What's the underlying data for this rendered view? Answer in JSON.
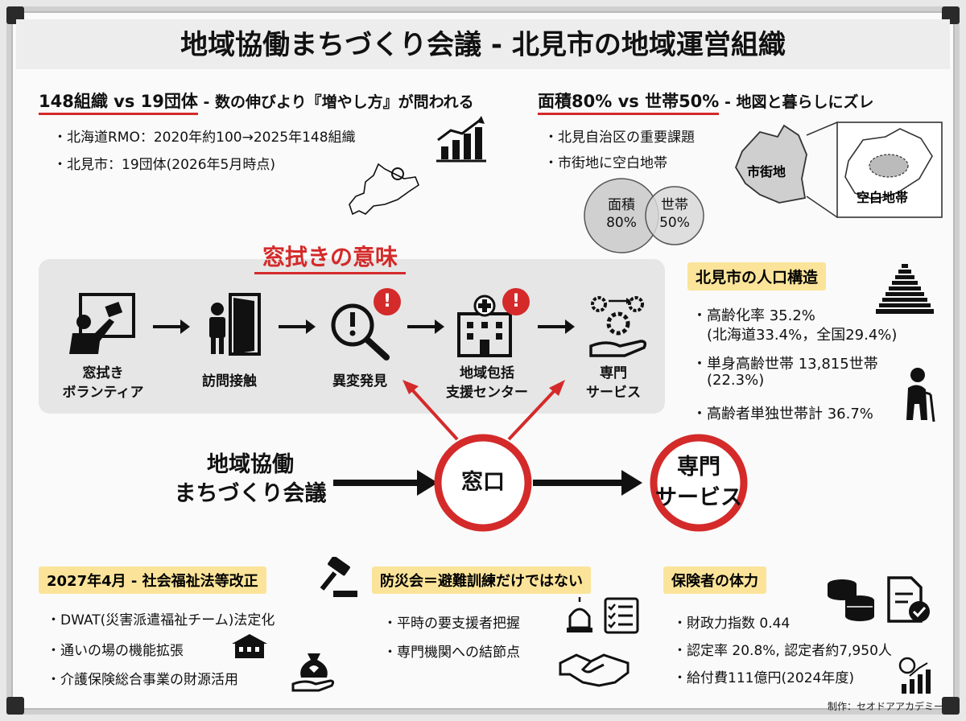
{
  "title": "地域協働まちづくり会議 - 北見市の地域運営組織",
  "top_left": {
    "heading_main": "148組織 vs 19団体",
    "heading_sub": " - 数の伸びより『増やし方』が問われる",
    "bullets": [
      "・北海道RMO：2020年約100→2025年148組織",
      "・北見市：19団体(2026年5月時点)"
    ]
  },
  "top_right": {
    "heading_main": "面積80% vs 世帯50%",
    "heading_sub": " - 地図と暮らしにズレ",
    "bullets": [
      "・北見自治区の重要課題",
      "・市街地に空白地帯"
    ],
    "venn_left": [
      "面積",
      "80%"
    ],
    "venn_right": [
      "世帯",
      "50%"
    ],
    "map_label_city": "市街地",
    "map_label_blank": "空白地帯"
  },
  "flow": {
    "title": "窓拭きの意味",
    "steps": [
      {
        "label": "窓拭き\nボランティア"
      },
      {
        "label": "訪問接触"
      },
      {
        "label": "異変発見"
      },
      {
        "label": "地域包括\n支援センター"
      },
      {
        "label": "専門\nサービス"
      }
    ],
    "alert_mark": "!"
  },
  "population": {
    "heading": "北見市の人口構造",
    "bullets": [
      "・高齢化率 35.2%",
      "(北海道33.4%，全国29.4%)",
      "・単身高齢世帯 13,815世帯",
      "(22.3%)",
      "・高齢者単独世帯計 36.7%"
    ]
  },
  "main_flow": {
    "source": "地域協働\nまちづくり会議",
    "window": "窓口",
    "service": "専門\nサービス"
  },
  "bottom": {
    "law": {
      "heading": "2027年4月 - 社会福祉法等改正",
      "bullets": [
        "・DWAT(災害派遣福祉チーム)法定化",
        "・通いの場の機能拡張",
        "・介護保険総合事業の財源活用"
      ]
    },
    "bousai": {
      "heading": "防災会＝避難訓練だけではない",
      "bullets": [
        "・平時の要支援者把握",
        "・専門機関への結節点"
      ]
    },
    "insurer": {
      "heading": "保険者の体力",
      "bullets": [
        "・財政力指数 0.44",
        "・認定率 20.8%, 認定者約7,950人",
        "・給付費111億円(2024年度)"
      ]
    }
  },
  "credit": "制作：セオドアアカデミー",
  "colors": {
    "accent_red": "#d42a2a",
    "highlight": "#fbe49a",
    "panel_gray": "#e6e6e6"
  }
}
